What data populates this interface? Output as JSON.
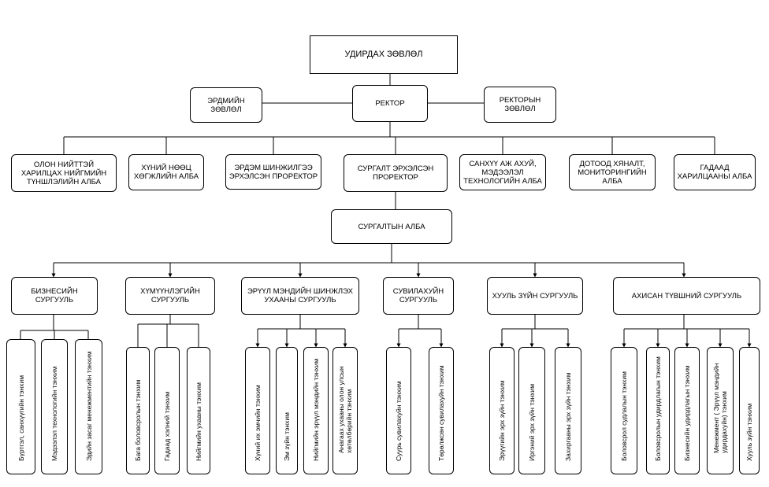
{
  "top": {
    "board": "УДИРДАХ ЗӨВЛӨЛ"
  },
  "level2": {
    "academic_council": "ЭРДМИЙН ЗӨВЛӨЛ",
    "rector": "РЕКТОР",
    "rector_council": "РЕКТОРЫН ЗӨВЛӨЛ"
  },
  "level3": [
    "ОЛОН НИЙТТЭЙ ХАРИЛЦАХ НИЙГМИЙН ТҮНШЛЭЛИЙН АЛБА",
    "ХҮНИЙ НӨӨЦ ХӨГЖЛИЙН АЛБА",
    "ЭРДЭМ ШИНЖИЛГЭЭ ЭРХЭЛСЭН ПРОРЕКТОР",
    "СУРГАЛТ ЭРХЭЛСЭН ПРОРЕКТОР",
    "САНХҮҮ АЖ АХУЙ, МЭДЭЭЛЭЛ ТЕХНОЛОГИЙН АЛБА",
    "ДОТООД ХЯНАЛТ, МОНИТОРИНГИЙН АЛБА",
    "ГАДААД ХАРИЛЦААНЫ АЛБА"
  ],
  "training_office": "СУРГАЛТЫН АЛБА",
  "schools": [
    {
      "name": "БИЗНЕСИЙН СУРГУУЛЬ",
      "units": [
        "Бүртгэл, санхүүгийн тэнхим",
        "Мэдээлэл технологийн тэнхим",
        "Эдийн засаг менежментийн тэнхим"
      ]
    },
    {
      "name": "ХҮМҮҮНЛЭГИЙН СУРГУУЛЬ",
      "units": [
        "Бага боловсролын тэнхим",
        "Гадаад хэлний тэнхим",
        "Нийгмийн ухааны тэнхим"
      ]
    },
    {
      "name": "ЭРҮҮЛ МЭНДИЙН ШИНЖЛЭХ УХААНЫ СУРГУУЛЬ",
      "units": [
        "Хүний их эмчийн тэнхим",
        "Эм зүйн тэнхим",
        "Нийгмийн эрүүл мэндийн тэнхим",
        "Анагаах ухааны олон улсын хөтөлбөрийн тэнхим"
      ]
    },
    {
      "name": "СУВИЛАХУЙН СУРГУУЛЬ",
      "units": [
        "Суурь сувилахуйн тэнхим",
        "Төрөлжсөн сувилахуйн тэнхим"
      ]
    },
    {
      "name": "ХУУЛЬ ЗҮЙН СУРГУУЛЬ",
      "units": [
        "Эрүүгийн эрх зүйн тэнхим",
        "Иргэний эрх зүйн тэнхим",
        "Захиргааны эрх зүйн тэнхим"
      ]
    },
    {
      "name": "АХИСАН ТҮВШНИЙ СУРГУУЛЬ",
      "units": [
        "Боловсрол судлалын тэнхим",
        "Боловсролын удирдлагын тэнхим",
        "Бизнесийн удирдлагын тэнхим",
        "Менежмент ( Эрүүл мэндийн удирдахуйн) тэнхим",
        "Хууль зүйн тэнхим"
      ]
    }
  ]
}
